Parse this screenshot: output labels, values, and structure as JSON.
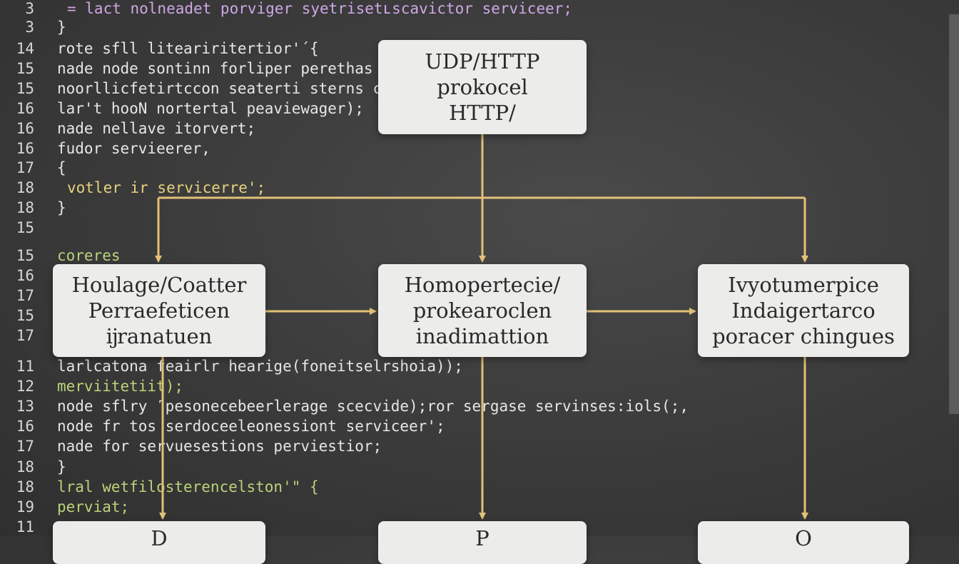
{
  "code_lines": [
    {
      "n": "3",
      "top": 0,
      "text": "= lact nolneadet porviger syetrisetʟscavictor serviceer;",
      "indent": 1,
      "color": "purple"
    },
    {
      "n": "3",
      "top": 0,
      "text": "}",
      "indent": 0,
      "color": "white"
    },
    {
      "n": "14",
      "top": 0,
      "text": "rote sfll liteariritertior'´{",
      "indent": 0,
      "color": "white"
    },
    {
      "n": "15",
      "top": 0,
      "text": "nade node sontinn forliper perethas oionder);",
      "indent": 0,
      "color": "white"
    },
    {
      "n": "15",
      "top": 0,
      "text": "noorllicfetirtccon seaterti sterns cdlomnir;",
      "indent": 0,
      "color": "white"
    },
    {
      "n": "16",
      "top": 0,
      "text": "lar't hooN nortertal peaviewager);",
      "indent": 0,
      "color": "white"
    },
    {
      "n": "16",
      "top": 0,
      "text": "nade nellave itorvert;",
      "indent": 0,
      "color": "white"
    },
    {
      "n": "16",
      "top": 0,
      "text": "fudor servieerer,",
      "indent": 0,
      "color": "white"
    },
    {
      "n": "17",
      "top": 0,
      "text": "{",
      "indent": 0,
      "color": "white"
    },
    {
      "n": "18",
      "top": 0,
      "text": "votler ir servicerre';",
      "indent": 1,
      "color": "yellow"
    },
    {
      "n": "18",
      "top": 0,
      "text": "}",
      "indent": 0,
      "color": "white"
    },
    {
      "n": "15",
      "top": 0,
      "text": "",
      "indent": 0,
      "color": "white"
    },
    {
      "n": "15",
      "top": 0,
      "text": "coreres",
      "indent": 0,
      "color": "green"
    },
    {
      "n": "16",
      "top": 0,
      "text": "",
      "indent": 0,
      "color": "white"
    },
    {
      "n": "17",
      "top": 0,
      "text": "",
      "indent": 0,
      "color": "white"
    },
    {
      "n": "15",
      "top": 0,
      "text": "",
      "indent": 0,
      "color": "white"
    },
    {
      "n": "17",
      "top": 0,
      "text": "",
      "indent": 0,
      "color": "white"
    },
    {
      "n": "11",
      "top": 0,
      "text": "larlcatona feairlr hearige(foneitselrshoia));",
      "indent": 0,
      "color": "white"
    },
    {
      "n": "12",
      "top": 0,
      "text": "merviitetiit);",
      "indent": 0,
      "color": "green"
    },
    {
      "n": "13",
      "top": 0,
      "text": "node sflry ˹pesonecebeerlerage scecvide);ror sergase servinses:iols(;,",
      "indent": 0,
      "color": "white"
    },
    {
      "n": "16",
      "top": 0,
      "text": "node fr tos serdoceeleonessiont serviceer';",
      "indent": 0,
      "color": "white"
    },
    {
      "n": "17",
      "top": 0,
      "text": "nade for servuesestions perviestior;",
      "indent": 0,
      "color": "white"
    },
    {
      "n": "18",
      "top": 0,
      "text": "}",
      "indent": 0,
      "color": "white"
    },
    {
      "n": "18",
      "top": 0,
      "text": "lral wetfilosterencelston'\" {",
      "indent": 0,
      "color": "green"
    },
    {
      "n": "19",
      "top": 0,
      "text": "perviat;",
      "indent": 0,
      "color": "green"
    },
    {
      "n": "11",
      "top": 0,
      "text": "",
      "indent": 0,
      "color": "white"
    }
  ],
  "diagram": {
    "top_box": {
      "lines": [
        "UDP/HTTP",
        "prokocel",
        "HTTP/"
      ]
    },
    "mid_boxes": [
      {
        "lines": [
          "Houlage/Coatter",
          "Perraefeticen",
          "ĳranatuen"
        ]
      },
      {
        "lines": [
          "Homopertecie/",
          "prokearoclen",
          "inadimattion"
        ]
      },
      {
        "lines": [
          "Ivyotumerpice",
          "Indaigertarco",
          "poracer chingues"
        ]
      }
    ],
    "bottom_boxes": [
      {
        "lines": [
          "D"
        ]
      },
      {
        "lines": [
          "P"
        ]
      },
      {
        "lines": [
          "O"
        ]
      }
    ],
    "arrow_color": "#e3c078"
  }
}
